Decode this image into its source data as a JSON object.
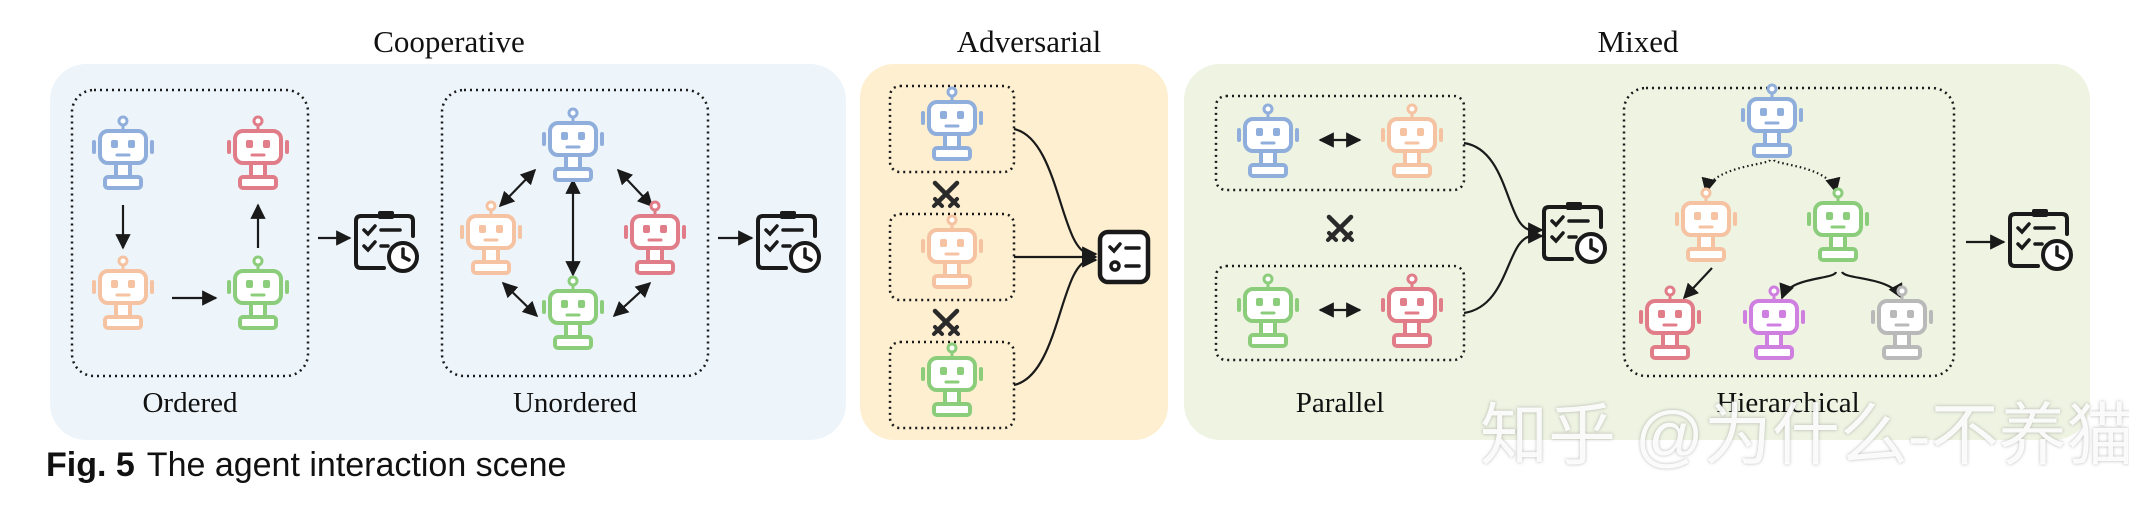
{
  "figure": {
    "caption_label": "Fig. 5",
    "caption_text": "The agent interaction scene",
    "watermark": "知乎 @为什么-不养猫"
  },
  "sections": {
    "cooperative": "Cooperative",
    "adversarial": "Adversarial",
    "mixed": "Mixed"
  },
  "sub_labels": {
    "ordered": "Ordered",
    "unordered": "Unordered",
    "parallel": "Parallel",
    "hierarchical": "Hierarchical"
  },
  "colors": {
    "cooperative_bg": "#eef5fa",
    "adversarial_bg": "#fdefd0",
    "mixed_bg": "#eef3e2",
    "robot_blue": "#8faedb",
    "robot_pink": "#e07d88",
    "robot_peach": "#f5c2a2",
    "robot_green": "#8ccd7c",
    "robot_purple": "#cf7fe0",
    "robot_gray": "#b9b9b9",
    "ink": "#1a1a1a"
  },
  "icons": {
    "robot": "robot-icon",
    "task": "task-checklist-clock-icon",
    "checklist": "checklist-icon",
    "versus": "crossed-swords-icon"
  }
}
